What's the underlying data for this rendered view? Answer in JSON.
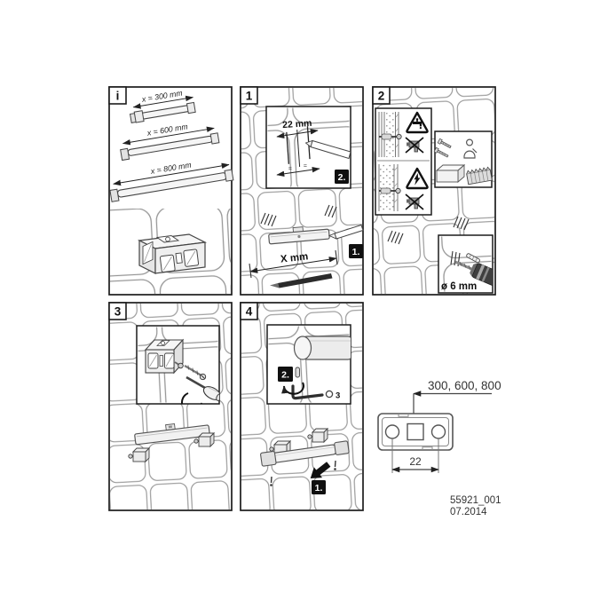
{
  "doc": {
    "number": "55921_001",
    "date": "07.2014"
  },
  "panels": {
    "info": {
      "label": "i",
      "bar_labels": [
        "x = 300 mm",
        "x = 600 mm",
        "x = 800 mm"
      ]
    },
    "step1": {
      "label": "1",
      "inset_dim": "22 mm",
      "equal_mark": "=",
      "inset_badge": "2.",
      "main_dim": "X mm",
      "main_badge": "1."
    },
    "step2": {
      "label": "2",
      "drill_diameter": "ø 6 mm"
    },
    "step3": {
      "label": "3"
    },
    "step4": {
      "label": "4",
      "inset_badge": "2.",
      "hex_size": "3",
      "main_badge": "1."
    }
  },
  "drawing": {
    "lengths": "300, 600, 800",
    "hole_spacing": "22"
  }
}
